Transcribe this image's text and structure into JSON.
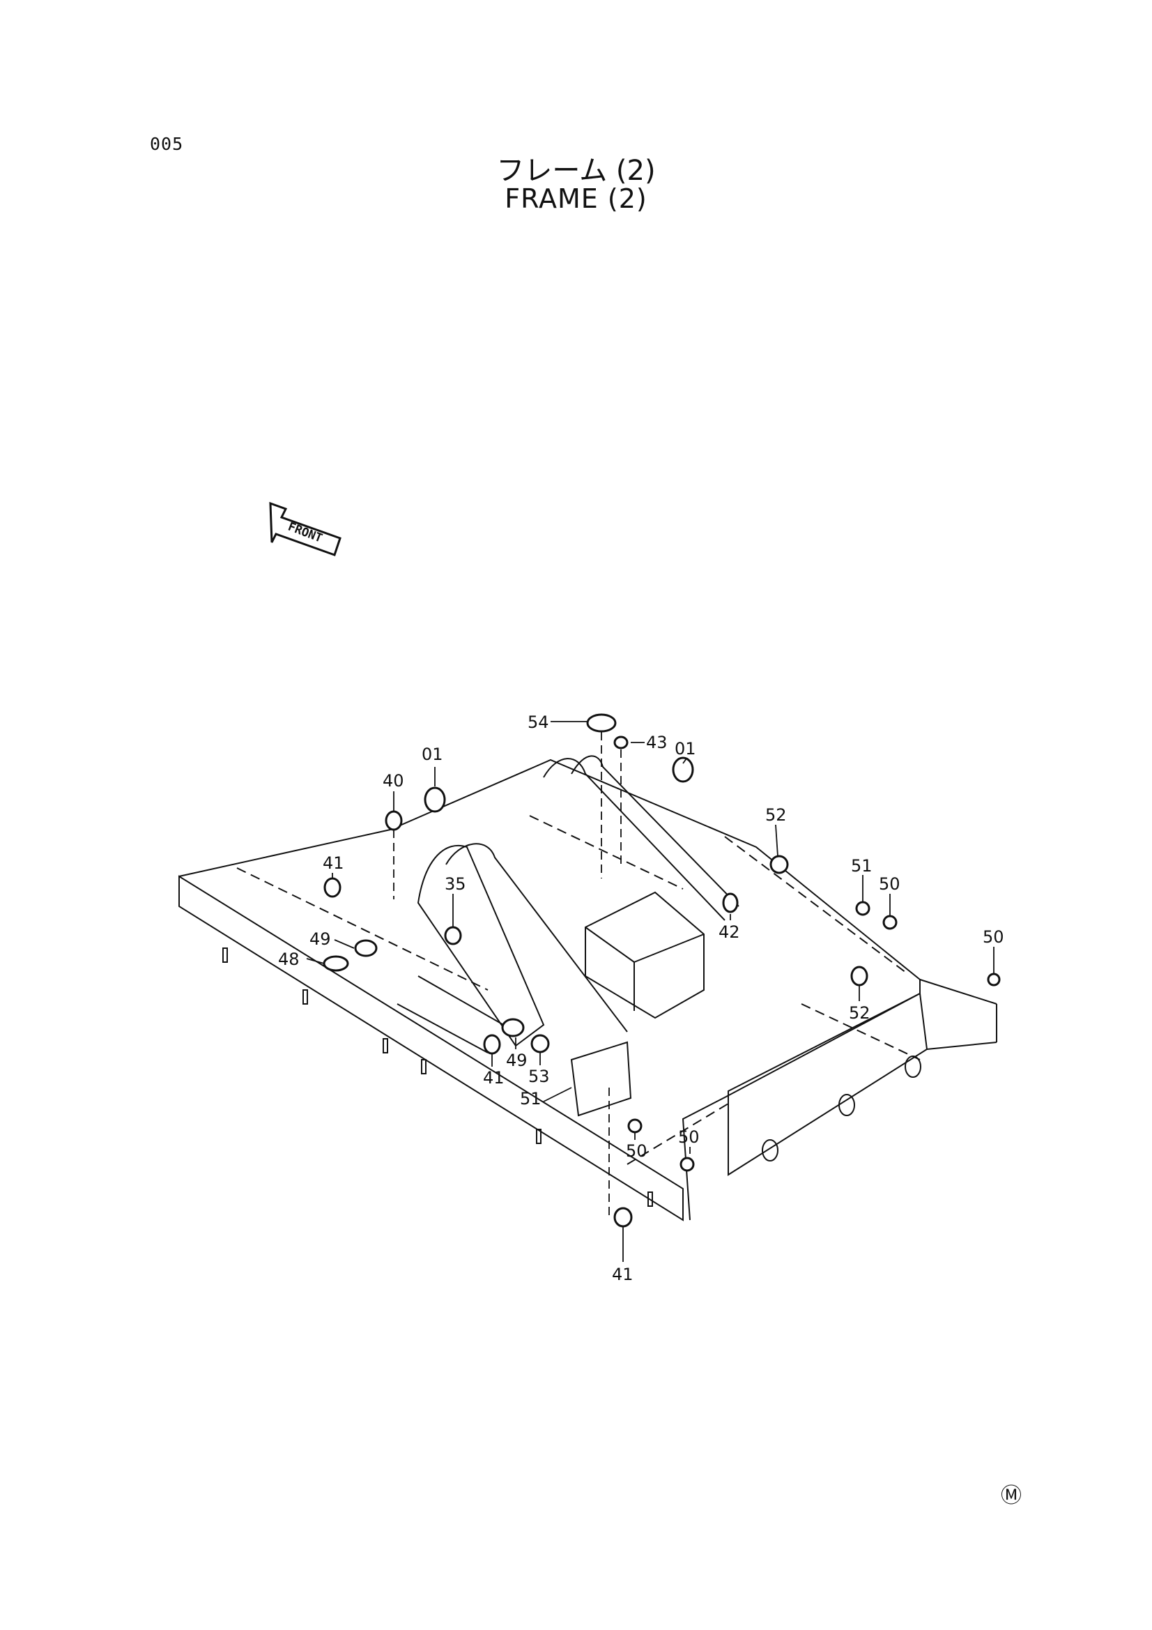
{
  "header": {
    "page_code": "005",
    "title_jp": "フレーム (2)",
    "title_en": "FRAME (2)"
  },
  "front_arrow": {
    "label": "FRONT"
  },
  "callouts": {
    "c54": "54",
    "c43": "43",
    "c01a": "01",
    "c01b": "01",
    "c40": "40",
    "c52a": "52",
    "c51a": "51",
    "c50a": "50",
    "c50b": "50",
    "c41a": "41",
    "c35": "35",
    "c42": "42",
    "c49a": "49",
    "c48": "48",
    "c52b": "52",
    "c41b": "41",
    "c49b": "49",
    "c53": "53",
    "c51b": "51",
    "c50c": "50",
    "c50d": "50",
    "c41c": "41"
  },
  "footer": {
    "mark": "Ⓜ"
  }
}
